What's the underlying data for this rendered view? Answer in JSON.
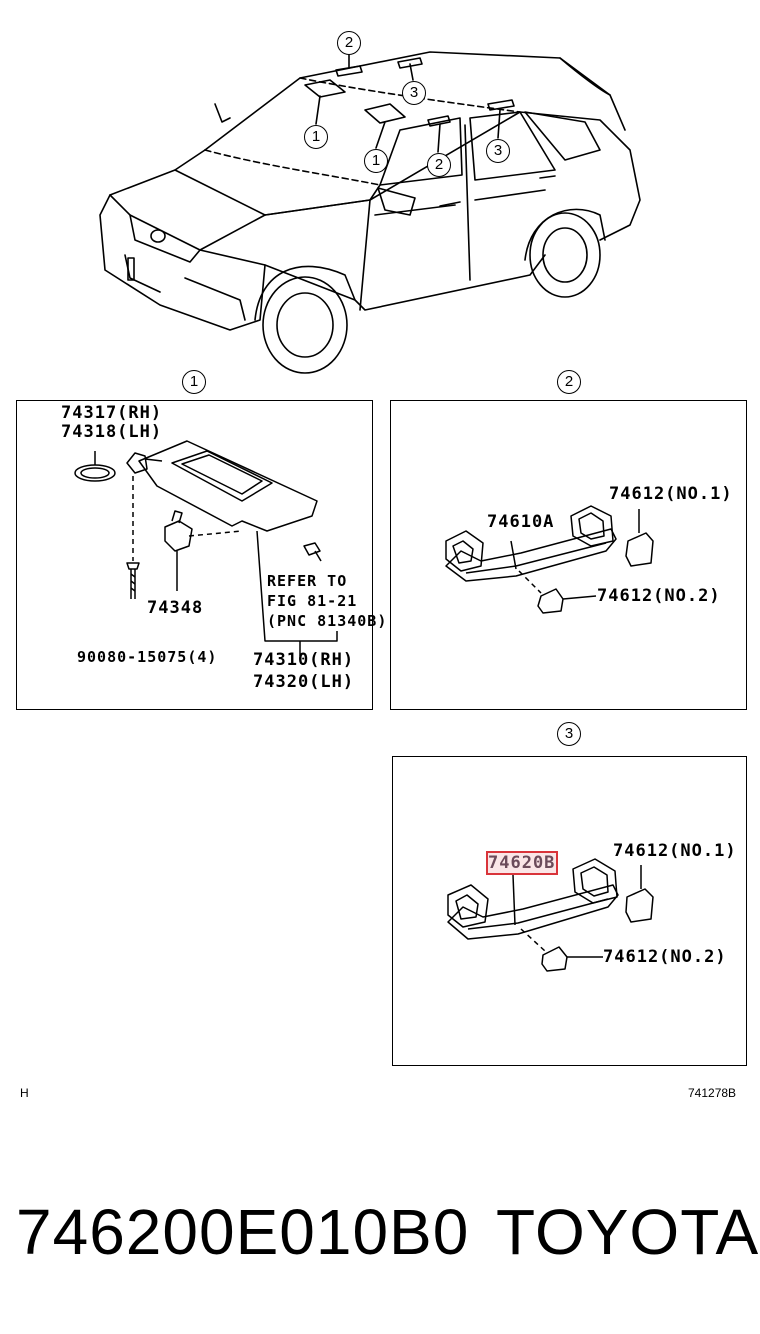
{
  "overview": {
    "callouts": [
      "2",
      "3",
      "1",
      "1",
      "2",
      "3"
    ]
  },
  "panel1": {
    "badge": "1",
    "labels": {
      "p74317": "74317(RH)",
      "p74318": "74318(LH)",
      "p74348": "74348",
      "p90080": "90080-15075(4)",
      "refer1": "REFER TO",
      "refer2": "FIG 81-21",
      "refer3": "(PNC 81340B)",
      "p74310": "74310(RH)",
      "p74320": "74320(LH)"
    }
  },
  "panel2": {
    "badge": "2",
    "labels": {
      "p74610a": "74610A",
      "p74612no1": "74612(NO.1)",
      "p74612no2": "74612(NO.2)"
    }
  },
  "panel3": {
    "badge": "3",
    "labels": {
      "p74620b": "74620B",
      "p74612no1": "74612(NO.1)",
      "p74612no2": "74612(NO.2)"
    }
  },
  "footer": {
    "left_code": "H",
    "fig_code": "741278B",
    "part_number": "746200E010B0",
    "brand": "TOYOTA"
  },
  "colors": {
    "highlight": "#d9343a"
  }
}
